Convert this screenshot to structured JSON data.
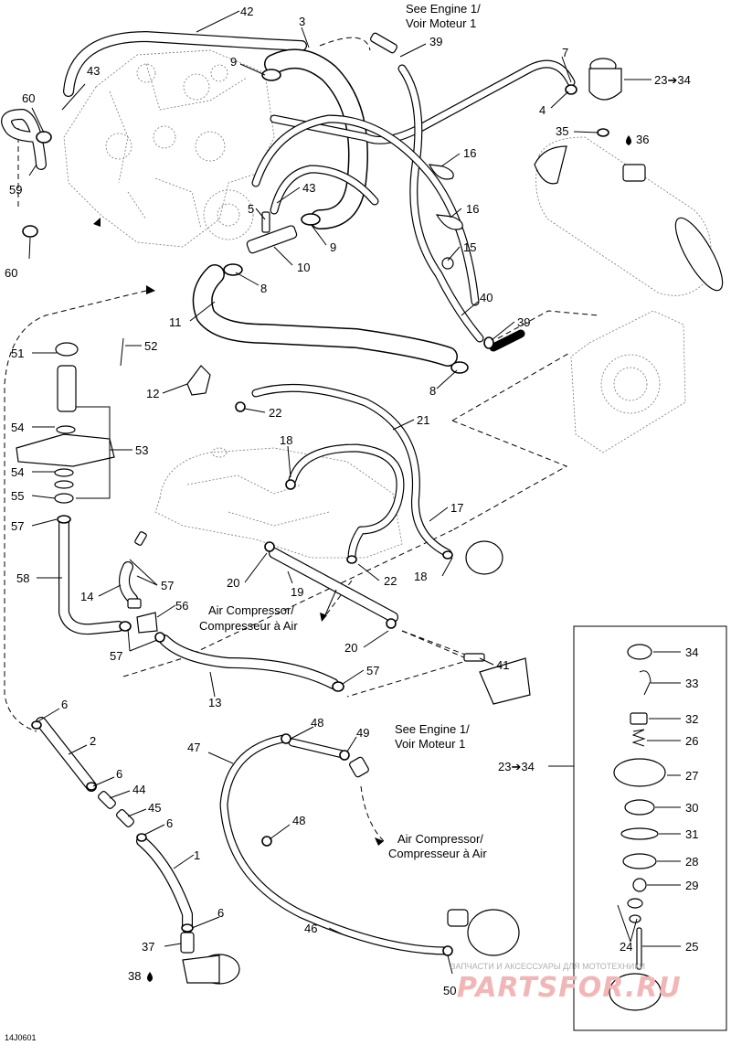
{
  "callouts": [
    {
      "id": "c42",
      "text": "42"
    },
    {
      "id": "c3",
      "text": "3"
    },
    {
      "id": "c9a",
      "text": "9"
    },
    {
      "id": "c43a",
      "text": "43"
    },
    {
      "id": "c60a",
      "text": "60"
    },
    {
      "id": "c59",
      "text": "59"
    },
    {
      "id": "c60b",
      "text": "60"
    },
    {
      "id": "c39a",
      "text": "39"
    },
    {
      "id": "c7",
      "text": "7"
    },
    {
      "id": "c4",
      "text": "4"
    },
    {
      "id": "c35",
      "text": "35"
    },
    {
      "id": "c36",
      "text": "36"
    },
    {
      "id": "c16a",
      "text": "16"
    },
    {
      "id": "c16b",
      "text": "16"
    },
    {
      "id": "c15",
      "text": "15"
    },
    {
      "id": "c43b",
      "text": "43"
    },
    {
      "id": "c5",
      "text": "5"
    },
    {
      "id": "c9b",
      "text": "9"
    },
    {
      "id": "c10",
      "text": "10"
    },
    {
      "id": "c8a",
      "text": "8"
    },
    {
      "id": "c11",
      "text": "11"
    },
    {
      "id": "c40",
      "text": "40"
    },
    {
      "id": "c39b",
      "text": "39"
    },
    {
      "id": "c8b",
      "text": "8"
    },
    {
      "id": "c51",
      "text": "51"
    },
    {
      "id": "c52",
      "text": "52"
    },
    {
      "id": "c12",
      "text": "12"
    },
    {
      "id": "c22a",
      "text": "22"
    },
    {
      "id": "c21",
      "text": "21"
    },
    {
      "id": "c54a",
      "text": "54"
    },
    {
      "id": "c53",
      "text": "53"
    },
    {
      "id": "c18a",
      "text": "18"
    },
    {
      "id": "c54b",
      "text": "54"
    },
    {
      "id": "c55",
      "text": "55"
    },
    {
      "id": "c57a",
      "text": "57"
    },
    {
      "id": "c17",
      "text": "17"
    },
    {
      "id": "c58",
      "text": "58"
    },
    {
      "id": "c57b",
      "text": "57"
    },
    {
      "id": "c14",
      "text": "14"
    },
    {
      "id": "c20a",
      "text": "20"
    },
    {
      "id": "c19",
      "text": "19"
    },
    {
      "id": "c22b",
      "text": "22"
    },
    {
      "id": "c18b",
      "text": "18"
    },
    {
      "id": "c56",
      "text": "56"
    },
    {
      "id": "c57c",
      "text": "57"
    },
    {
      "id": "c20b",
      "text": "20"
    },
    {
      "id": "c41",
      "text": "41"
    },
    {
      "id": "c57d",
      "text": "57"
    },
    {
      "id": "c13",
      "text": "13"
    },
    {
      "id": "c6a",
      "text": "6"
    },
    {
      "id": "c2",
      "text": "2"
    },
    {
      "id": "c6b",
      "text": "6"
    },
    {
      "id": "c44",
      "text": "44"
    },
    {
      "id": "c45",
      "text": "45"
    },
    {
      "id": "c6c",
      "text": "6"
    },
    {
      "id": "c1",
      "text": "1"
    },
    {
      "id": "c6d",
      "text": "6"
    },
    {
      "id": "c37",
      "text": "37"
    },
    {
      "id": "c38",
      "text": "38"
    },
    {
      "id": "c47",
      "text": "47"
    },
    {
      "id": "c48a",
      "text": "48"
    },
    {
      "id": "c49",
      "text": "49"
    },
    {
      "id": "c48b",
      "text": "48"
    },
    {
      "id": "c46",
      "text": "46"
    },
    {
      "id": "c50",
      "text": "50"
    },
    {
      "id": "c34",
      "text": "34"
    },
    {
      "id": "c33",
      "text": "33"
    },
    {
      "id": "c32",
      "text": "32"
    },
    {
      "id": "c26",
      "text": "26"
    },
    {
      "id": "c27",
      "text": "27"
    },
    {
      "id": "c30",
      "text": "30"
    },
    {
      "id": "c31",
      "text": "31"
    },
    {
      "id": "c28",
      "text": "28"
    },
    {
      "id": "c29",
      "text": "29"
    },
    {
      "id": "c24",
      "text": "24"
    },
    {
      "id": "c25",
      "text": "25"
    }
  ],
  "range_labels": {
    "top": "23➔34",
    "detail": "23➔34"
  },
  "notes": {
    "see_engine_top_1": "See Engine 1/",
    "see_engine_top_2": "Voir Moteur 1",
    "air_comp_mid_1": "Air Compressor/",
    "air_comp_mid_2": "Compresseur à Air",
    "see_engine_low_1": "See Engine 1/",
    "see_engine_low_2": "Voir Moteur 1",
    "air_comp_low_1": "Air Compressor/",
    "air_comp_low_2": "Compresseur à Air"
  },
  "figure_code": "14J0601",
  "watermark": {
    "line": "ЗАПЧАСТИ И АКСЕССУАРЫ ДЛЯ МОТОТЕХНИКИ",
    "logo": "PARTSFOR.RU"
  },
  "colors": {
    "ink": "#000000",
    "watermark_logo": "#f2b6b6",
    "watermark_text": "#b0b0b0"
  }
}
